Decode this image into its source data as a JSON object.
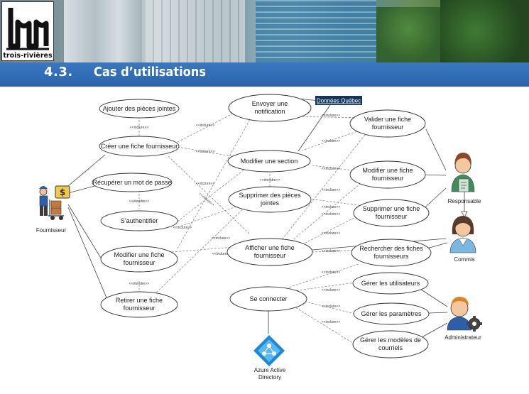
{
  "header": {
    "logo_text": "trois-rivières"
  },
  "section": {
    "number": "4.3.",
    "title": "Cas d’utilisations"
  },
  "diagram": {
    "actors": {
      "fournisseur": "Fournisseur",
      "responsable": "Responsable",
      "commis": "Commis",
      "administrateur": "Administrateur"
    },
    "use_cases": {
      "ajouter_pj": "Ajouter des pièces jointes",
      "creer_fiche": "Créer une fiche fournisseur",
      "recuperer_mdp": "Récupérer un mot de passe",
      "authentifier": "S’authentifier",
      "modifier_fiche_l1": "Modifier une fiche",
      "modifier_fiche_l2": "fournisseur",
      "retirer_fiche_l1": "Retirer une fiche",
      "retirer_fiche_l2": "fournisseur",
      "envoyer_notif_l1": "Envoyer une",
      "envoyer_notif_l2": "notification",
      "modifier_section": "Modifier une section",
      "supprimer_pj_l1": "Supprimer des pièces",
      "supprimer_pj_l2": "jointes",
      "afficher_fiche_l1": "Afficher une fiche",
      "afficher_fiche_l2": "fournisseur",
      "se_connecter": "Se connecter",
      "valider_fiche_l1": "Valider une fiche",
      "valider_fiche_l2": "fournisseur",
      "modifier_fiche_r_l1": "Modifier une fiche",
      "modifier_fiche_r_l2": "fournisseur",
      "supprimer_fiche_l1": "Supprimer une fiche",
      "supprimer_fiche_l2": "fournisseur",
      "rechercher_fiches_l1": "Rechercher des fiches",
      "rechercher_fiches_l2": "fournisseurs",
      "gerer_utilisateurs": "Gérer les utilisateurs",
      "gerer_parametres": "Gérer les paramètres",
      "gerer_modeles_l1": "Gérer les modèles de",
      "gerer_modeles_l2": "courriels"
    },
    "systems": {
      "donnees_quebec": "Données Québec",
      "azure_l1": "Azure Active",
      "azure_l2": "Directory"
    },
    "relations": {
      "include": "<<inclure>>",
      "extend": "<<étendre>>"
    }
  },
  "colors": {
    "bar": "#2a63ad",
    "azure": "#1e88d6",
    "dq_badge": "#14365e"
  }
}
